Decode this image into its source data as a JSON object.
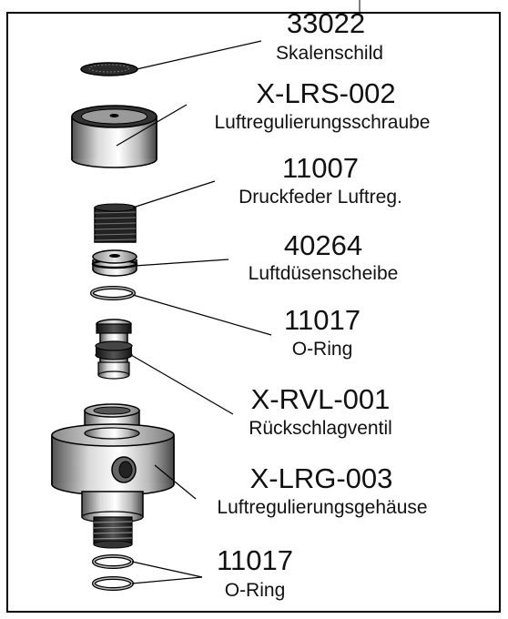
{
  "parts": [
    {
      "number": "33022",
      "name": "Skalenschild"
    },
    {
      "number": "X-LRS-002",
      "name": "Luftregulierungsschraube"
    },
    {
      "number": "11007",
      "name": "Druckfeder Luftreg."
    },
    {
      "number": "40264",
      "name": "Luftdüsenscheibe"
    },
    {
      "number": "11017",
      "name": "O-Ring"
    },
    {
      "number": "X-RVL-001",
      "name": "Rückschlagventil"
    },
    {
      "number": "X-LRG-003",
      "name": "Luftregulierungsgehäuse"
    },
    {
      "number": "11017",
      "name": "O-Ring"
    }
  ]
}
